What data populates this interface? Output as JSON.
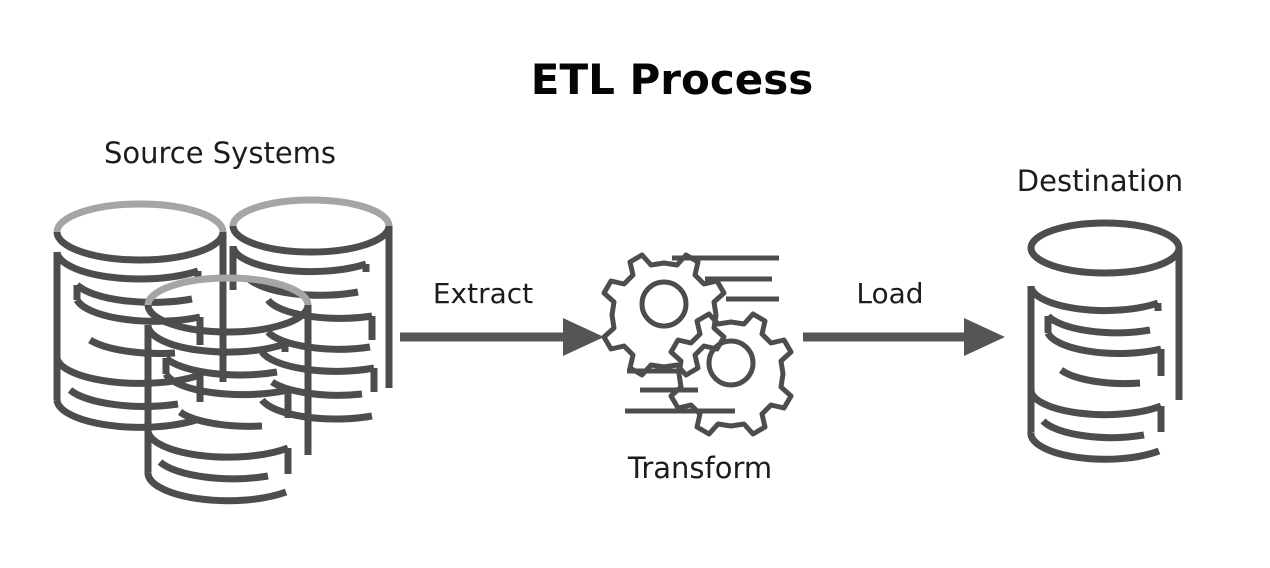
{
  "diagram": {
    "title": "ETL Process",
    "background_color": "#ffffff",
    "title_color": "#050505",
    "line_color": "#4d4d4d",
    "accent_light_color": "#a5a5a5",
    "arrow_color": "#555555",
    "label_color": "#1c1c1c",
    "nodes": [
      {
        "id": "source",
        "label": "Source Systems",
        "icon": "database-cluster-icon",
        "cylinder_count": 3
      },
      {
        "id": "transform",
        "label": "Transform",
        "icon": "gears-icon",
        "gear_count": 2
      },
      {
        "id": "destination",
        "label": "Destination",
        "icon": "database-icon",
        "cylinder_count": 1
      }
    ],
    "arrows": [
      {
        "id": "extract",
        "label": "Extract",
        "from": "source",
        "to": "transform",
        "direction": "right"
      },
      {
        "id": "load",
        "label": "Load",
        "from": "transform",
        "to": "destination",
        "direction": "right"
      }
    ]
  }
}
